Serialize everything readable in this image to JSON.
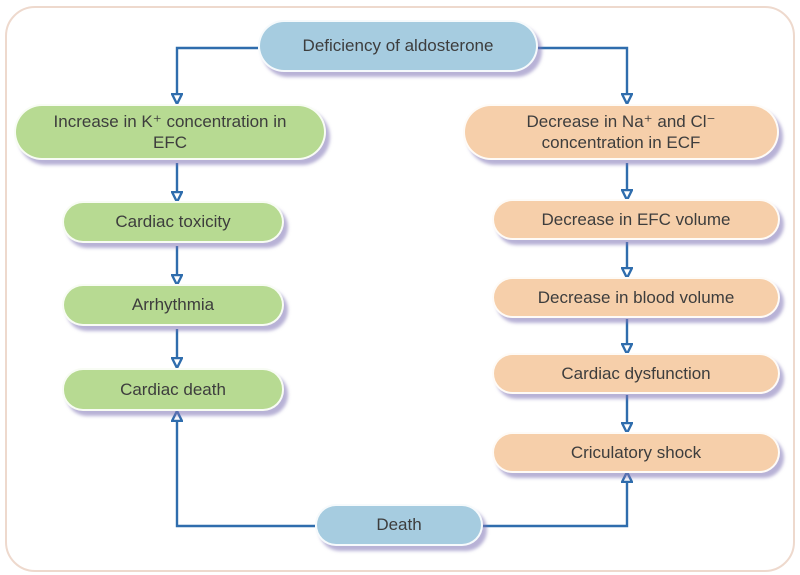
{
  "nodes": {
    "root": {
      "label": "Deficiency of aldosterone"
    },
    "left": [
      {
        "label": "Increase in K⁺ concentration in EFC"
      },
      {
        "label": "Cardiac toxicity"
      },
      {
        "label": "Arrhythmia"
      },
      {
        "label": "Cardiac death"
      }
    ],
    "right": [
      {
        "label": "Decrease in Na⁺ and Cl⁻ concentration in ECF"
      },
      {
        "label": "Decrease in EFC volume"
      },
      {
        "label": "Decrease in blood volume"
      },
      {
        "label": "Cardiac dysfunction"
      },
      {
        "label": "Criculatory shock"
      }
    ],
    "bottom": {
      "label": "Death"
    }
  },
  "edges": [
    {
      "from": "deficiency-of-aldosterone",
      "to": "increase-k-efc"
    },
    {
      "from": "deficiency-of-aldosterone",
      "to": "decrease-na-cl-ecf"
    },
    {
      "from": "increase-k-efc",
      "to": "cardiac-toxicity"
    },
    {
      "from": "cardiac-toxicity",
      "to": "arrhythmia"
    },
    {
      "from": "arrhythmia",
      "to": "cardiac-death"
    },
    {
      "from": "decrease-na-cl-ecf",
      "to": "decrease-efc-volume"
    },
    {
      "from": "decrease-efc-volume",
      "to": "decrease-blood-volume"
    },
    {
      "from": "decrease-blood-volume",
      "to": "cardiac-dysfunction"
    },
    {
      "from": "cardiac-dysfunction",
      "to": "criculatory-shock"
    },
    {
      "from": "death",
      "to": "cardiac-death"
    },
    {
      "from": "death",
      "to": "criculatory-shock"
    }
  ],
  "colors": {
    "node_blue": "#a6cce0",
    "node_green": "#b7da92",
    "node_peach": "#f6cfaa",
    "line_color": "#2f6dad",
    "text_color": "#3d3d3d",
    "shadow_color": "rgba(125,115,180,0.55)",
    "border_color": "#eed9cd"
  }
}
